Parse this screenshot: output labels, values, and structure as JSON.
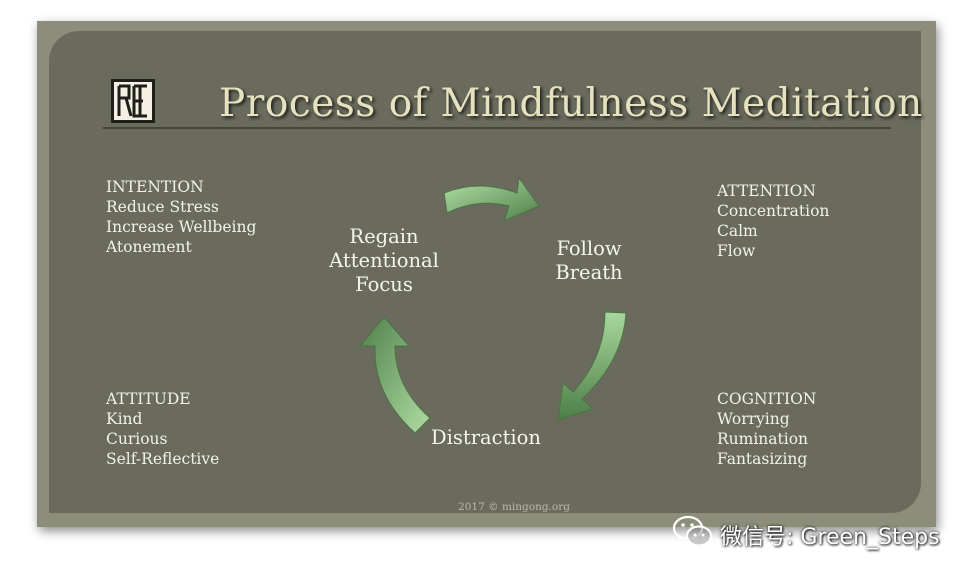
{
  "title": "Process of Mindfulness Meditation",
  "quadrants": {
    "intention": {
      "heading": "INTENTION",
      "items": [
        "Reduce Stress",
        "Increase Wellbeing",
        "Atonement"
      ]
    },
    "attention": {
      "heading": "ATTENTION",
      "items": [
        "Concentration",
        "Calm",
        "Flow"
      ]
    },
    "attitude": {
      "heading": "ATTITUDE",
      "items": [
        "Kind",
        "Curious",
        "Self-Reflective"
      ]
    },
    "cognition": {
      "heading": "COGNITION",
      "items": [
        "Worrying",
        "Rumination",
        "Fantasizing"
      ]
    }
  },
  "cycle": {
    "regain": [
      "Regain",
      "Attentional",
      "Focus"
    ],
    "follow": [
      "Follow",
      "Breath"
    ],
    "distraction": "Distraction"
  },
  "footer": "2017 © mingong.org",
  "watermark": "微信号: Green_Steps",
  "colors": {
    "arrow_light": "#a6d59b",
    "arrow_dark": "#55864e",
    "title": "#e6e2bf",
    "background": "#6a6b5d"
  }
}
